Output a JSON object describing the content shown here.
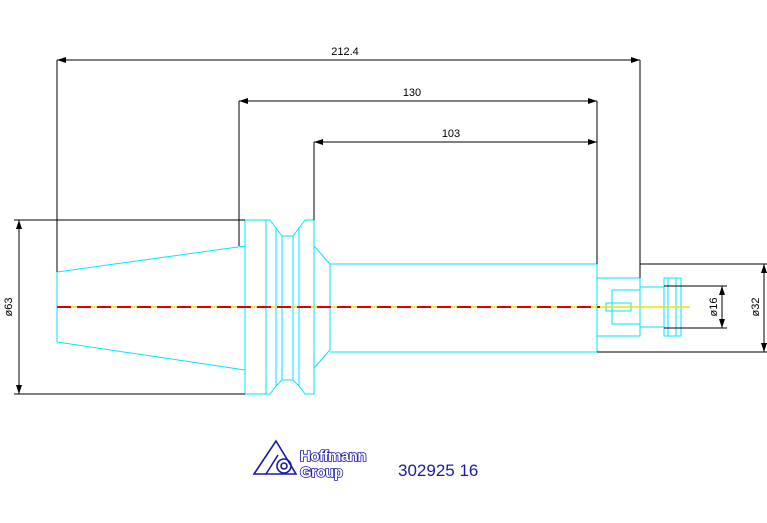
{
  "dimensions": {
    "overall_length": "212.4",
    "gauge_to_end": "130",
    "flange_to_end": "103",
    "diameter_flange": "ø63",
    "diameter_collet": "ø16",
    "diameter_nose": "ø32"
  },
  "brand": {
    "line1": "Hoffmann",
    "line2": "Group"
  },
  "part_number": "302925 16",
  "colors": {
    "outline": "#00e5ff",
    "dimension": "#000000",
    "centerline_dash": "#e00000",
    "centerline_axis": "#e8e800",
    "brand_blue": "#1a1aa6"
  },
  "icons": [
    "hoffmann-logo-icon"
  ]
}
